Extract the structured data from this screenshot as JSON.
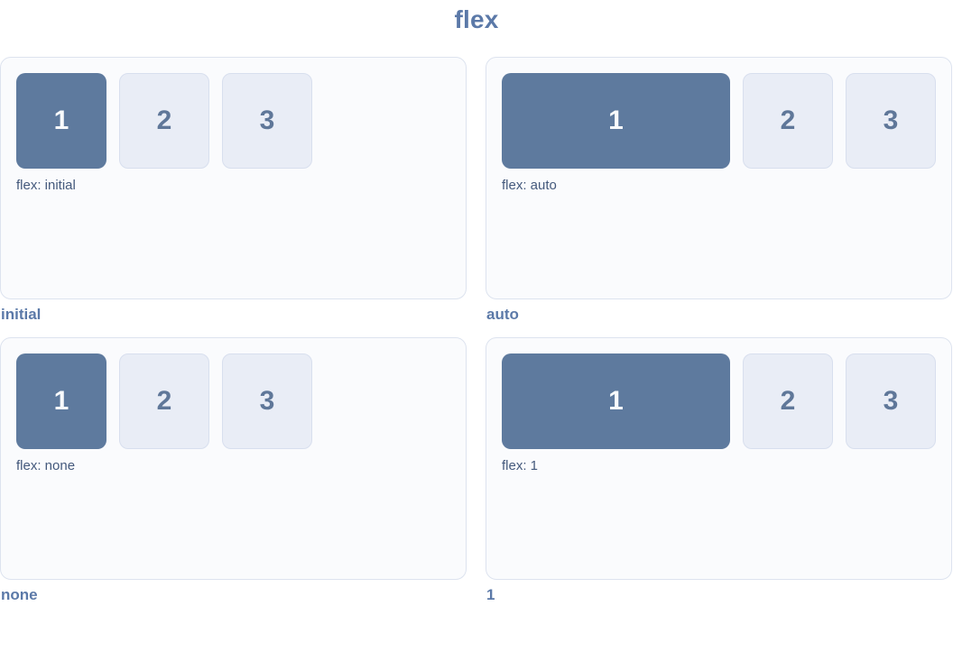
{
  "page": {
    "title": "flex"
  },
  "colors": {
    "title_text": "#5b79a8",
    "panel_background": "#fafbfd",
    "panel_border": "#dde3ef",
    "item1_background": "#5e7a9e",
    "item1_text": "#f8fafc",
    "item_background": "#e9edf6",
    "item_border": "#d8dfee",
    "item_text": "#5f7799",
    "flex_label_text": "#44597c",
    "caption_text": "#5b79a8",
    "page_background": "#ffffff"
  },
  "panels": [
    {
      "caption": "initial",
      "label": "flex: initial",
      "grow": false,
      "items": [
        "1",
        "2",
        "3"
      ]
    },
    {
      "caption": "auto",
      "label": "flex: auto",
      "grow": true,
      "items": [
        "1",
        "2",
        "3"
      ]
    },
    {
      "caption": "none",
      "label": "flex: none",
      "grow": false,
      "items": [
        "1",
        "2",
        "3"
      ]
    },
    {
      "caption": "1",
      "label": "flex: 1",
      "grow": true,
      "items": [
        "1",
        "2",
        "3"
      ]
    }
  ]
}
